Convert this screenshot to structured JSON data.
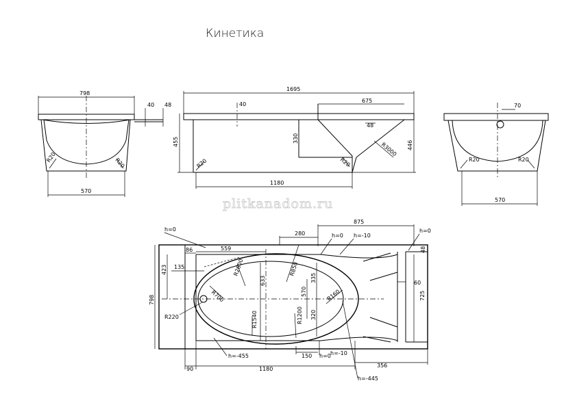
{
  "title": "Кинетика",
  "watermark": "plitkanadom.ru",
  "front_view": {
    "width": "798",
    "d40": "40",
    "d48": "48",
    "r_left": "R20",
    "r_right": "R20",
    "bottom": "570"
  },
  "side_view": {
    "length": "1695",
    "d40": "40",
    "d675": "675",
    "d48": "48",
    "h455": "455",
    "h330": "330",
    "h446": "446",
    "r20a": "R20",
    "r20b": "R20",
    "r3000": "R3000",
    "d1180": "1180"
  },
  "end_view": {
    "d70": "70",
    "r_left": "R20",
    "r_right": "R20",
    "bottom": "570"
  },
  "plan_view": {
    "h0_a": "h=0",
    "d875": "875",
    "h0_b": "h=0",
    "d280": "280",
    "h0_c": "h=0",
    "h_10_a": "h=-10",
    "d48": "48",
    "d86": "86",
    "d559": "559",
    "d423": "423",
    "d135": "135",
    "r2600": "R2600",
    "r850": "R850",
    "d335": "335",
    "r700": "R700",
    "d633": "633",
    "d570": "570",
    "r160": "R160",
    "d60": "60",
    "d725": "725",
    "d798": "798",
    "r220": "R220",
    "r1540": "R1540",
    "r1200": "R1200",
    "d320": "320",
    "h_455": "h=-455",
    "d150": "150",
    "h0_d": "h=0",
    "h_10_b": "h=-10",
    "d356": "356",
    "d90": "90",
    "d1180": "1180",
    "h_445": "h=-445"
  }
}
